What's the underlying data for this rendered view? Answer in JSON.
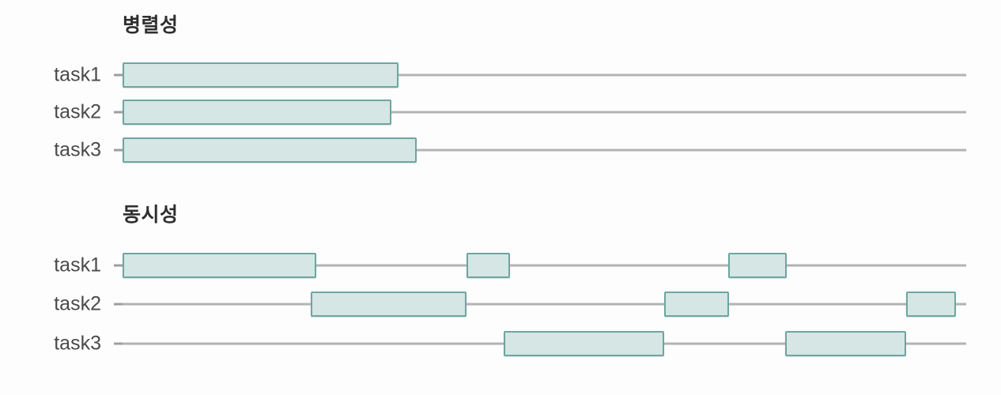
{
  "diagram": {
    "title_parallelism": "병렬성",
    "title_concurrency": "동시성",
    "row_labels": [
      "task1",
      "task2",
      "task3"
    ],
    "colors": {
      "block_fill": "#d5e6e5",
      "block_border": "#6ea5a0",
      "timeline": "#b3b3b3",
      "label_text": "#4a4a4a",
      "title_text": "#2f2f2f",
      "background": "#fdfdfd"
    }
  },
  "chart_data": {
    "type": "bar",
    "title": "병렬성 / 동시성",
    "xlabel": "",
    "ylabel": "",
    "xlim": [
      155,
      1222
    ],
    "grid": false,
    "legend": null,
    "sections": [
      {
        "name": "병렬성",
        "title_x": 155,
        "title_y": 36,
        "rows": [
          {
            "label": "task1",
            "y": 95,
            "line_start": 155,
            "line_end": 1222,
            "blocks": [
              {
                "start": 155,
                "end": 504
              }
            ]
          },
          {
            "label": "task2",
            "y": 142,
            "line_start": 155,
            "line_end": 1222,
            "blocks": [
              {
                "start": 155,
                "end": 495
              }
            ]
          },
          {
            "label": "task3",
            "y": 190,
            "line_start": 155,
            "line_end": 1222,
            "blocks": [
              {
                "start": 155,
                "end": 527
              }
            ]
          }
        ]
      },
      {
        "name": "동시성",
        "title_x": 155,
        "title_y": 275,
        "rows": [
          {
            "label": "task1",
            "y": 336,
            "line_start": 155,
            "line_end": 1222,
            "blocks": [
              {
                "start": 155,
                "end": 400
              },
              {
                "start": 590,
                "end": 645
              },
              {
                "start": 921,
                "end": 995
              }
            ]
          },
          {
            "label": "task2",
            "y": 385,
            "line_start": 155,
            "line_end": 1222,
            "blocks": [
              {
                "start": 393,
                "end": 590
              },
              {
                "start": 840,
                "end": 922
              },
              {
                "start": 1146,
                "end": 1209
              }
            ]
          },
          {
            "label": "task3",
            "y": 435,
            "line_start": 155,
            "line_end": 1222,
            "blocks": [
              {
                "start": 637,
                "end": 840
              },
              {
                "start": 993,
                "end": 1146
              }
            ]
          }
        ]
      }
    ],
    "block_height": 32
  }
}
